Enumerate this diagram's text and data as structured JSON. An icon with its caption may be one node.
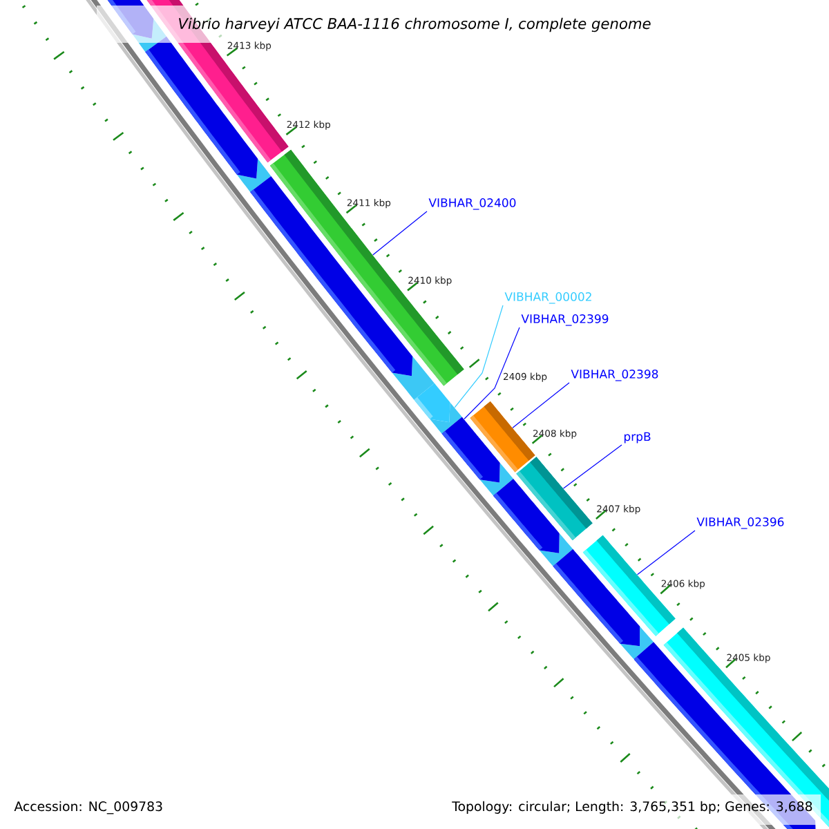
{
  "diagram": {
    "title": "Vibrio harveyi ATCC BAA-1116 chromosome I, complete genome",
    "nodes": [
      {
        "text": [
          "VIBHAR_02400"
        ]
      },
      {
        "text": [
          "VIBHAR_00002"
        ]
      },
      {
        "text": [
          "VIBHAR_02399"
        ]
      },
      {
        "text": [
          "VIBHAR_02398"
        ]
      },
      {
        "text": [
          "prpB"
        ]
      },
      {
        "text": [
          "VIBHAR_02396"
        ]
      },
      {
        "text": [],
        "shape": "bar"
      },
      {
        "text": [],
        "shape": "bar"
      },
      {
        "text": [],
        "shape": "bar"
      },
      {
        "text": [],
        "shape": "bar"
      },
      {
        "text": [],
        "shape": "bar"
      },
      {
        "text": [],
        "shape": "bar"
      },
      {
        "text": [],
        "shape": "arrow"
      },
      {
        "text": [],
        "shape": "arrow"
      },
      {
        "text": [],
        "shape": "arrow"
      },
      {
        "text": [],
        "shape": "arrow"
      },
      {
        "text": [],
        "shape": "arrow"
      },
      {
        "text": [],
        "shape": "arrow"
      },
      {
        "text": [],
        "shape": "arrow"
      },
      {
        "text": [],
        "shape": "arrow"
      }
    ],
    "edges": [
      {
        "from": 0,
        "to": 7,
        "arrow": "none"
      },
      {
        "from": 1,
        "to": 15,
        "arrow": "none",
        "color": "#33ccff"
      },
      {
        "from": 2,
        "to": 16,
        "arrow": "none"
      },
      {
        "from": 3,
        "to": 8,
        "arrow": "none"
      },
      {
        "from": 4,
        "to": 9,
        "arrow": "none"
      },
      {
        "from": 5,
        "to": 10,
        "arrow": "none"
      }
    ],
    "labels": [
      "2413 kbp",
      "2412 kbp",
      "2411 kbp",
      "2410 kbp",
      "2409 kbp",
      "2408 kbp",
      "2407 kbp",
      "2406 kbp",
      "2405 kbp",
      "Accession: NC_009783",
      "Topology: circular; Length: 3,765,351 bp; Genes: 3,688"
    ]
  }
}
